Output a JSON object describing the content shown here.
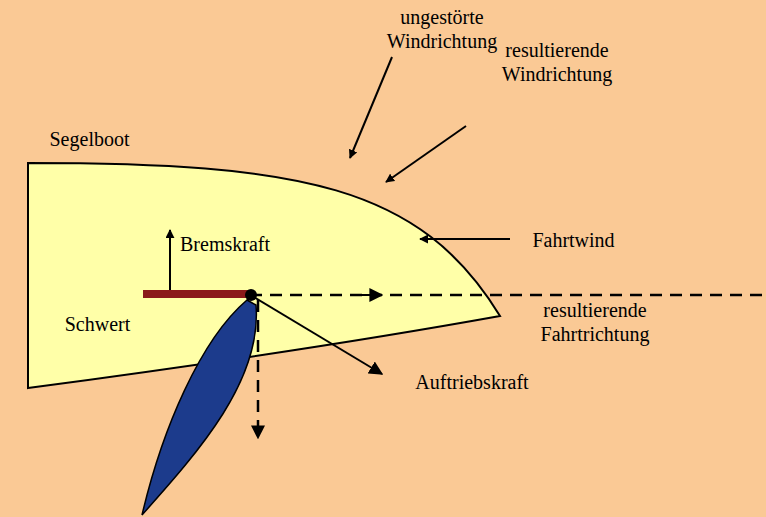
{
  "diagram": {
    "labels": [
      "ungestörte Windrichtung",
      "resultierende Windrichtung",
      "Segelboot",
      "Bremskraft",
      "Fahrtwind",
      "Schwert",
      "resultierende Fahrtrichtung",
      "Auftriebskraft"
    ]
  }
}
